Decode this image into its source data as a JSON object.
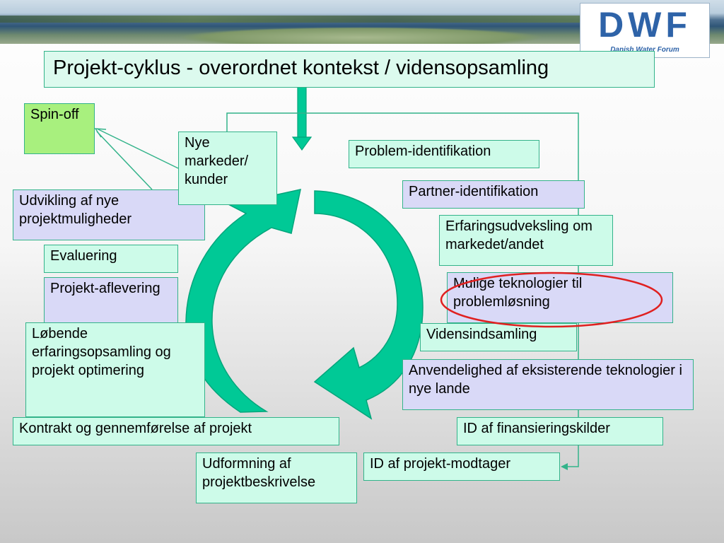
{
  "logo": {
    "text": "DWF",
    "subtitle": "Danish Water Forum"
  },
  "title": "Projekt-cyklus - overordnet kontekst / vidensopsamling",
  "left_boxes": {
    "spin_off": "Spin-off",
    "nye_markeder": "Nye markeder/ kunder",
    "udvikling": "Udvikling af nye projektmuligheder",
    "evaluering": "Evaluering",
    "aflevering": "Projekt-aflevering",
    "lobende": "Løbende erfaringsopsamling og projekt optimering",
    "kontrakt": "Kontrakt og gennemførelse af projekt",
    "udformning": "Udformning af projektbeskrivelse"
  },
  "right_boxes": {
    "problem": "Problem-identifikation",
    "partner": "Partner-identifikation",
    "erfaring": "Erfaringsudveksling om markedet/andet",
    "mulige": "Mulige teknologier til problemløsning",
    "videns": "Vidensindsamling",
    "anvendelighed": "Anvendelighed af eksisterende teknologier i nye lande",
    "finansiering": "ID af finansieringskilder",
    "modtager": "ID af projekt-modtager"
  },
  "colors": {
    "accent": "#00c996",
    "highlight_ring": "#e02020",
    "box_border": "#33b38a"
  }
}
